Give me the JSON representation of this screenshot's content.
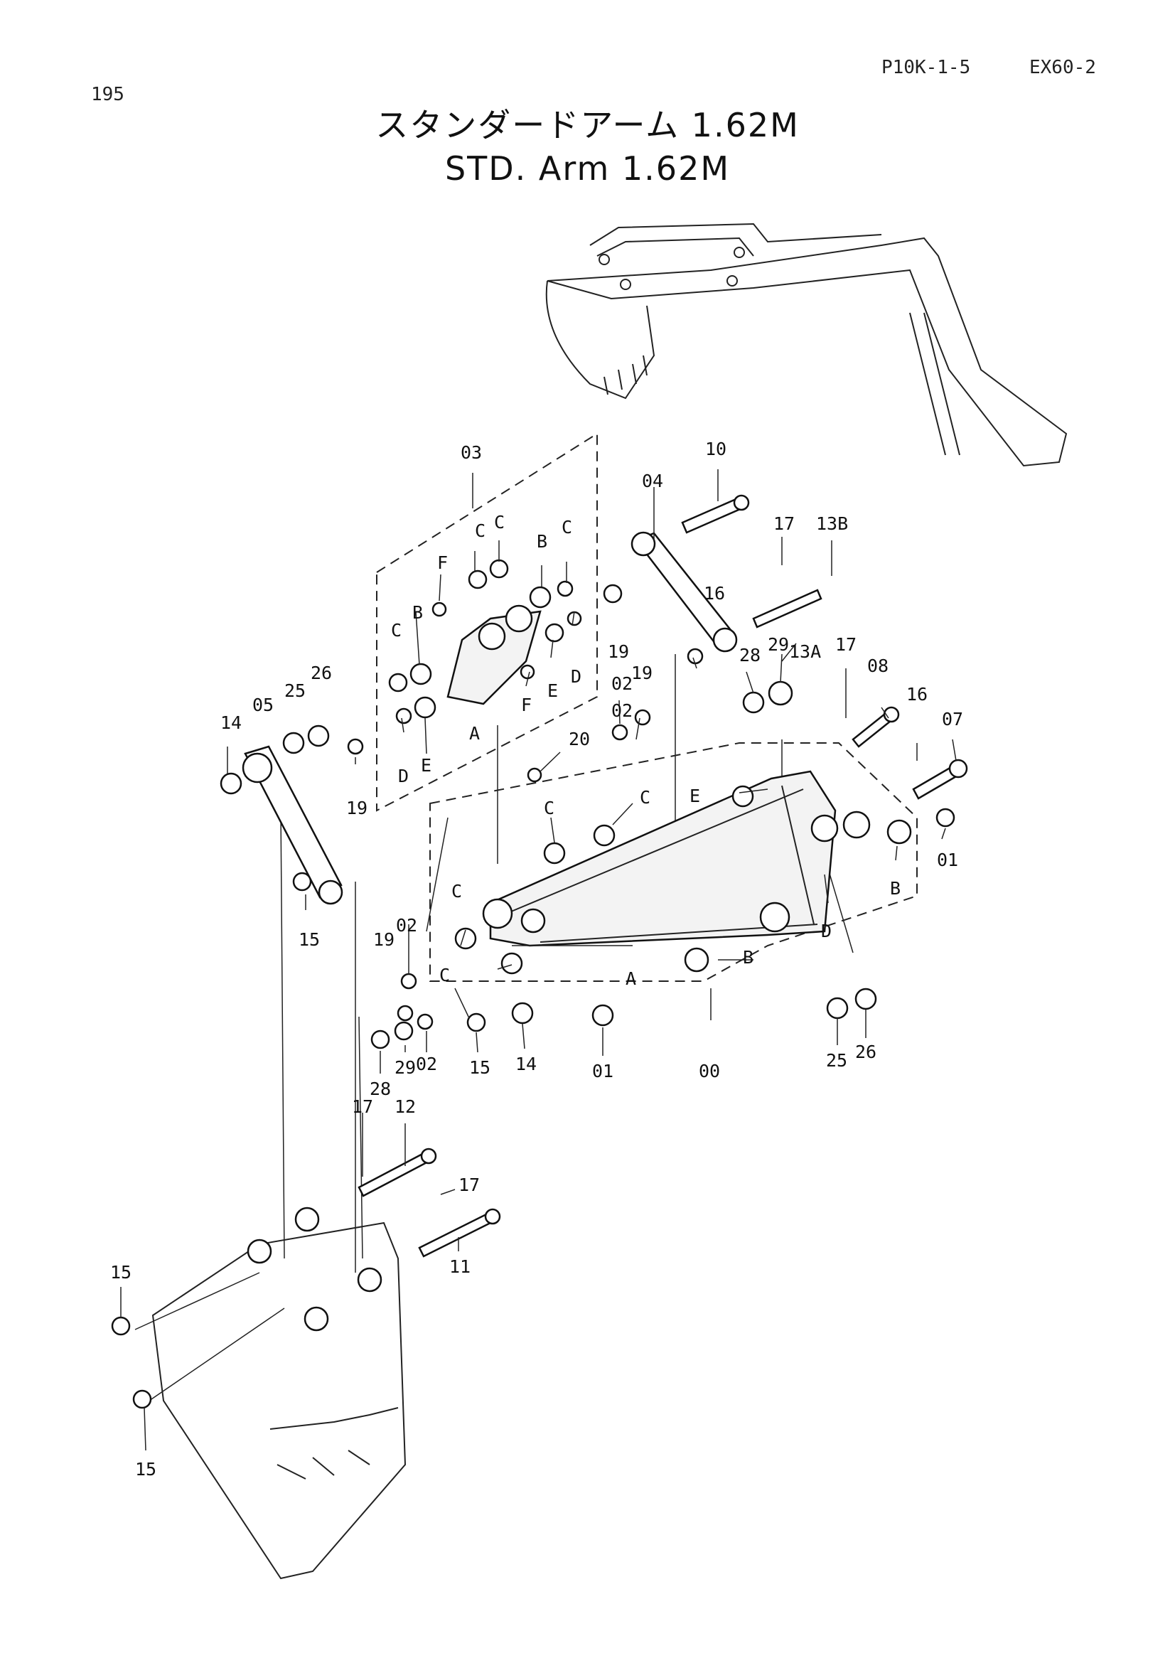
{
  "header": {
    "page_number": "195",
    "doc_code": "P10K-1-5",
    "model": "EX60-2"
  },
  "title": {
    "japanese": "スタンダードアーム 1.62M",
    "english": "STD. Arm 1.62M"
  },
  "callouts": [
    "03",
    "10",
    "04",
    "17",
    "13B",
    "C",
    "C",
    "C",
    "B",
    "F",
    "B",
    "C",
    "16",
    "25",
    "26",
    "19",
    "D",
    "E",
    "F",
    "A",
    "02",
    "19",
    "13A",
    "28",
    "29",
    "17",
    "08",
    "16",
    "07",
    "05",
    "14",
    "D",
    "E",
    "19",
    "02",
    "20",
    "C",
    "C",
    "E",
    "01",
    "C",
    "B",
    "15",
    "19",
    "02",
    "D",
    "C",
    "A",
    "B",
    "29",
    "28",
    "02",
    "15",
    "14",
    "01",
    "00",
    "25",
    "26",
    "17",
    "12",
    "17",
    "15",
    "11",
    "15"
  ]
}
